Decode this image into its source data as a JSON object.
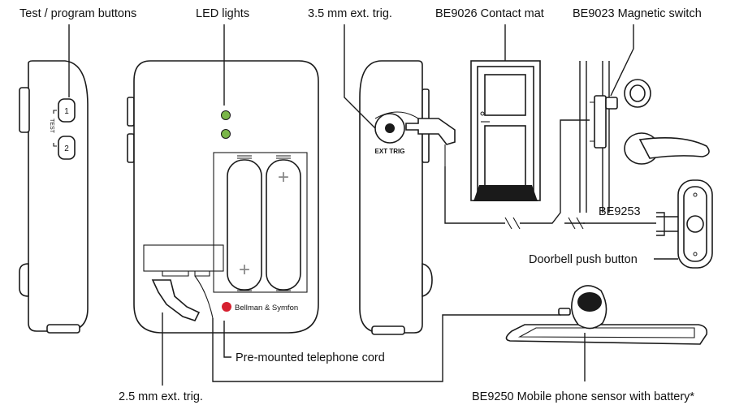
{
  "labels": {
    "test_program_buttons": "Test / program buttons",
    "led_lights": "LED lights",
    "ext_trig_35": "3.5 mm ext. trig.",
    "contact_mat": "BE9026 Contact mat",
    "magnetic_switch": "BE9023 Magnetic switch",
    "be9253": "BE9253",
    "doorbell_push_button": "Doorbell push button",
    "telephone_cord": "Pre-mounted telephone cord",
    "ext_trig_25": "2.5 mm ext. trig.",
    "mobile_sensor": "BE9250 Mobile phone sensor with battery*"
  },
  "device": {
    "button_1": "1",
    "button_2": "2",
    "test_label": "TEST",
    "ext_trig_jack_label": "EXT TRIG",
    "brand": "Bellman & Symfon",
    "battery_plus": "+"
  },
  "colors": {
    "led": "#7ab648",
    "brand_logo": "#d6202f",
    "outline": "#1a1a1a"
  }
}
